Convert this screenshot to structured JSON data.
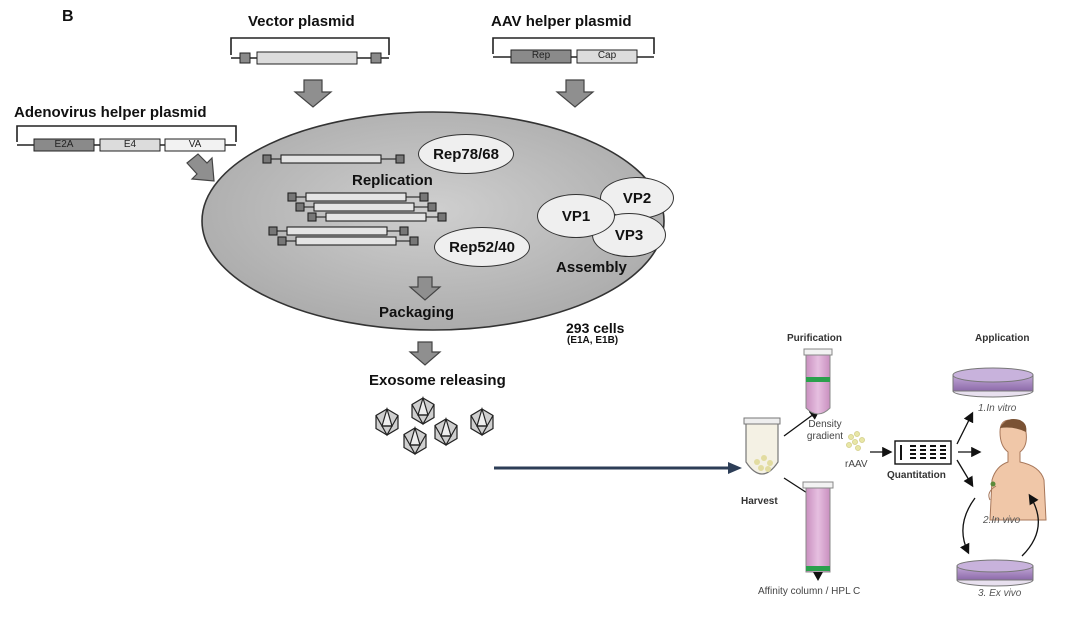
{
  "panel_label": "B",
  "plasmids": {
    "vector": {
      "title": "Vector plasmid"
    },
    "aav_helper": {
      "title": "AAV helper plasmid",
      "genes": [
        "Rep",
        "Cap"
      ]
    },
    "adeno_helper": {
      "title": "Adenovirus helper plasmid",
      "genes": [
        "E2A",
        "E4",
        "VA"
      ]
    }
  },
  "cell": {
    "labels": {
      "rep78": "Rep78/68",
      "replication": "Replication",
      "rep52": "Rep52/40",
      "vp1": "VP1",
      "vp2": "VP2",
      "vp3": "VP3",
      "assembly": "Assembly",
      "packaging": "Packaging"
    },
    "cell_line": "293 cells",
    "cell_line_note": "(E1A, E1B)"
  },
  "release_label": "Exosome releasing",
  "workflow": {
    "purification_header": "Purification",
    "application_header": "Application",
    "density_gradient": "Density\ngradient",
    "raav": "rAAV",
    "harvest": "Harvest",
    "quantitation": "Quantitation",
    "affinity": "Affinity column / HPL C",
    "in_vitro": "1.In vitro",
    "in_vivo": "2.In vivo",
    "ex_vivo": "3. Ex vivo"
  },
  "colors": {
    "cell_fill": "#bdbdbd",
    "gene_dark": "#8a8a8a",
    "gene_light": "#dcdcdc",
    "tube_pink": "#d9a8d0",
    "band_green": "#2aa04c",
    "dish_purple": "#a98ac2",
    "connector": "#2d3e57"
  }
}
